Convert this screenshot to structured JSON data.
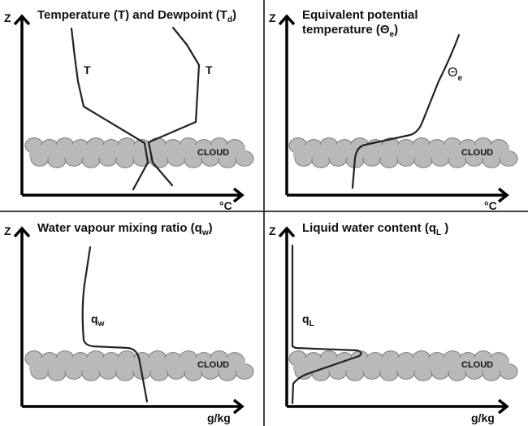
{
  "panels": [
    {
      "title": "Temperature (T) and Dewpoint (T",
      "title_sub": "d",
      "title_close": ")",
      "y_axis_label": "Z",
      "x_axis_label": "°C",
      "cloud_label": "CLOUD",
      "curves": [
        {
          "name": "T",
          "label": "T"
        },
        {
          "name": "Td",
          "label": "T"
        }
      ]
    },
    {
      "title_line1": "Equivalent potential",
      "title_line2": "temperature  (Θ",
      "title_sub": "e",
      "title_close": ")",
      "y_axis_label": "Z",
      "x_axis_label": "°C",
      "cloud_label": "CLOUD",
      "curve_label": "Θ",
      "curve_label_sub": "e"
    },
    {
      "title": "Water vapour mixing ratio (q",
      "title_sub": "w",
      "title_close": ")",
      "y_axis_label": "Z",
      "x_axis_label": "g/kg",
      "cloud_label": "CLOUD",
      "curve_label": "q",
      "curve_label_sub": "w"
    },
    {
      "title": "Liquid water content (q",
      "title_sub": "L",
      "title_close": " )",
      "y_axis_label": "Z",
      "x_axis_label": "g/kg",
      "cloud_label": "CLOUD",
      "curve_label": "q",
      "curve_label_sub": "L"
    }
  ],
  "colors": {
    "cloud_fill": "#b9b9b9",
    "cloud_stroke": "#7a7a7a",
    "ink": "#111111"
  }
}
